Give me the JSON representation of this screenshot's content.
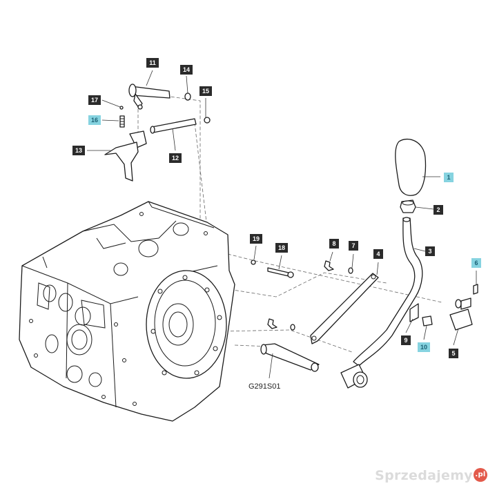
{
  "diagram": {
    "drawing_code": "G291S01",
    "watermark": {
      "text": "Sprzedajemy",
      "suffix": ".pl"
    },
    "colors": {
      "tag_dark": "#2b2b2b",
      "tag_highlight": "#86d3e0",
      "tag_dark_text": "#ffffff",
      "tag_highlight_text": "#1a5f73"
    },
    "callouts": [
      {
        "id": "1",
        "label": "1",
        "highlight": true
      },
      {
        "id": "2",
        "label": "2",
        "highlight": false
      },
      {
        "id": "3",
        "label": "3",
        "highlight": false
      },
      {
        "id": "4",
        "label": "4",
        "highlight": false
      },
      {
        "id": "5",
        "label": "5",
        "highlight": false
      },
      {
        "id": "6",
        "label": "6",
        "highlight": true
      },
      {
        "id": "7",
        "label": "7",
        "highlight": false
      },
      {
        "id": "8",
        "label": "8",
        "highlight": false
      },
      {
        "id": "9",
        "label": "9",
        "highlight": false
      },
      {
        "id": "10",
        "label": "10",
        "highlight": true
      },
      {
        "id": "11",
        "label": "11",
        "highlight": false
      },
      {
        "id": "12",
        "label": "12",
        "highlight": false
      },
      {
        "id": "13",
        "label": "13",
        "highlight": false
      },
      {
        "id": "14",
        "label": "14",
        "highlight": false
      },
      {
        "id": "15",
        "label": "15",
        "highlight": false
      },
      {
        "id": "16",
        "label": "16",
        "highlight": true
      },
      {
        "id": "17",
        "label": "17",
        "highlight": false
      },
      {
        "id": "18",
        "label": "18",
        "highlight": false
      },
      {
        "id": "19",
        "label": "19",
        "highlight": false
      }
    ]
  }
}
